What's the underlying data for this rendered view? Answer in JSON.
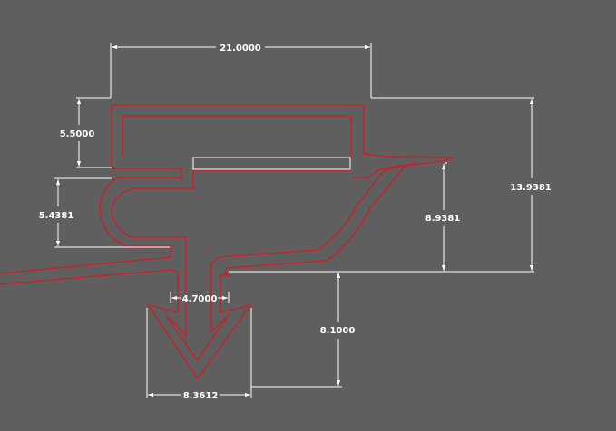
{
  "colors": {
    "background": "#5f5f5f",
    "profile": "#c8202a",
    "dimension": "#ffffff"
  },
  "dimensions": {
    "top_width": "21.0000",
    "top_height": "5.5000",
    "lip_height": "5.4381",
    "overall_height": "13.9381",
    "inner_height": "8.9381",
    "stem_width": "4.7000",
    "arrow_height": "8.1000",
    "arrow_width": "8.3612"
  }
}
